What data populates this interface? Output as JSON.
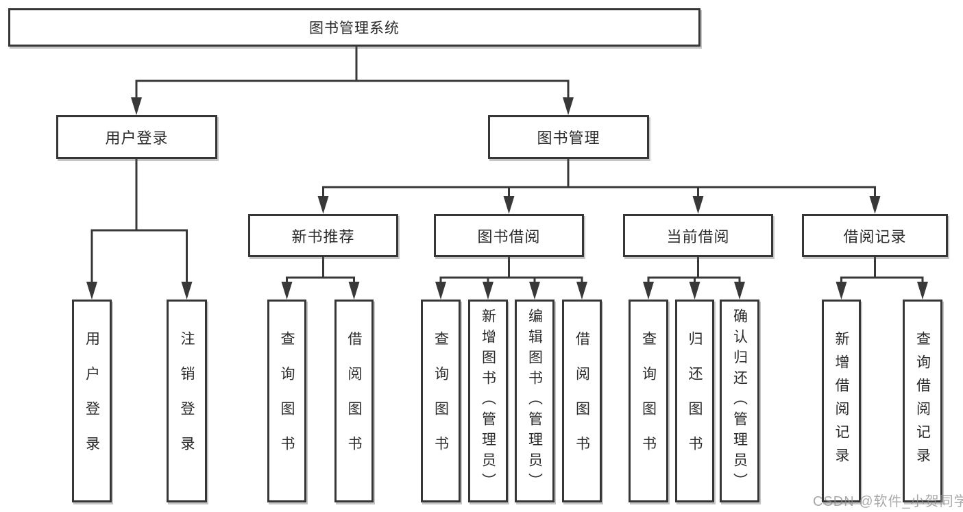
{
  "tree": {
    "label": "图书管理系统",
    "children": [
      {
        "label": "用户登录",
        "children": [
          {
            "label": "用户登录"
          },
          {
            "label": "注销登录"
          }
        ]
      },
      {
        "label": "图书管理",
        "children": [
          {
            "label": "新书推荐",
            "children": [
              {
                "label": "查询图书"
              },
              {
                "label": "借阅图书"
              }
            ]
          },
          {
            "label": "图书借阅",
            "children": [
              {
                "label": "查询图书"
              },
              {
                "label": "新增图书（管理员）"
              },
              {
                "label": "编辑图书（管理员）"
              },
              {
                "label": "借阅图书"
              }
            ]
          },
          {
            "label": "当前借阅",
            "children": [
              {
                "label": "查询图书"
              },
              {
                "label": "归还图书"
              },
              {
                "label": "确认归还（管理员）"
              }
            ]
          },
          {
            "label": "借阅记录",
            "children": [
              {
                "label": "新增借阅记录"
              },
              {
                "label": "查询借阅记录"
              }
            ]
          }
        ]
      }
    ]
  },
  "watermark": "CSDN @软件_小贺同学",
  "colors": {
    "line": "#383838",
    "box_border": "#363636",
    "box_fill": "#ffffff",
    "text": "#2a2a2a",
    "watermark": "#8c8c8c"
  }
}
